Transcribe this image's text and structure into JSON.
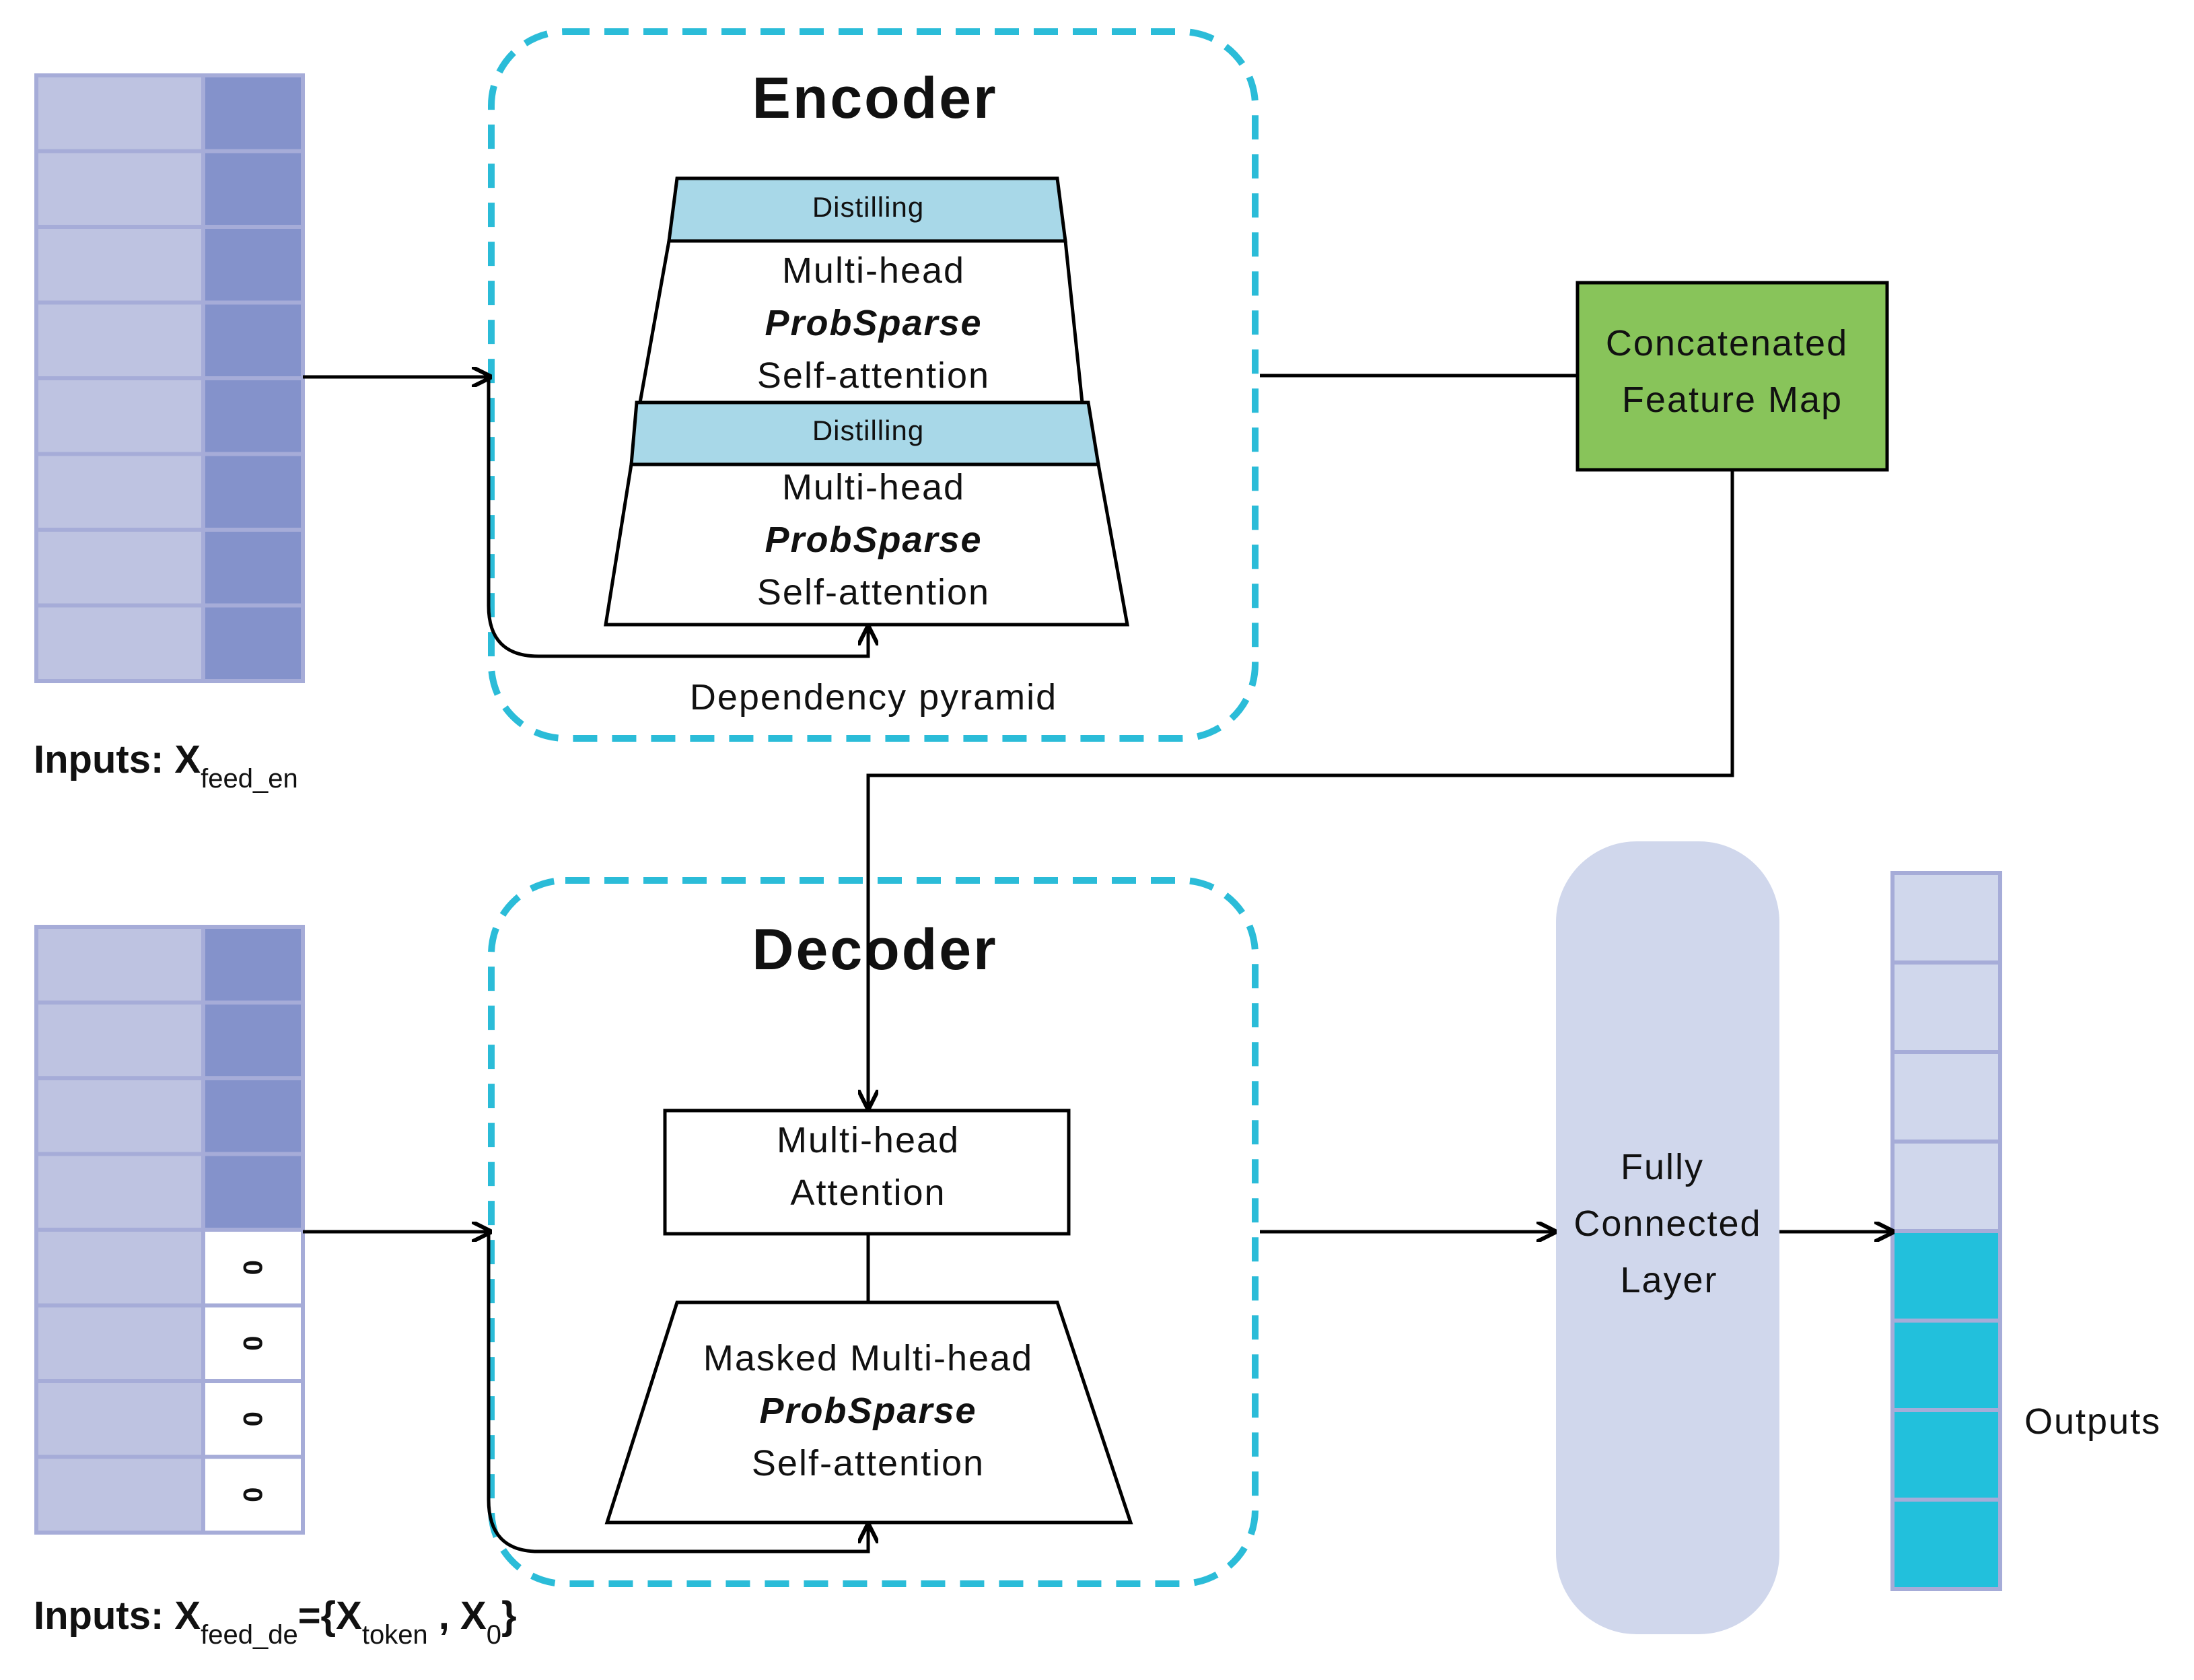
{
  "encoder": {
    "title": "Encoder",
    "distilling_top": "Distilling",
    "distilling_bottom": "Distilling",
    "block_top": {
      "line1": "Multi-head",
      "line2": "ProbSparse",
      "line3": "Self-attention"
    },
    "block_bottom": {
      "line1": "Multi-head",
      "line2": "ProbSparse",
      "line3": "Self-attention"
    },
    "caption": "Dependency pyramid"
  },
  "decoder": {
    "title": "Decoder",
    "attention": {
      "line1": "Multi-head",
      "line2": "Attention"
    },
    "masked": {
      "line1": "Masked Multi-head",
      "line2": "ProbSparse",
      "line3": "Self-attention"
    }
  },
  "feature_map": {
    "line1": "Concatenated",
    "line2": "Feature Map"
  },
  "fc_layer": {
    "line1": "Fully",
    "line2": "Connected",
    "line3": "Layer"
  },
  "outputs_label": "Outputs",
  "encoder_inputs": {
    "prefix": "Inputs: ",
    "var": "X",
    "sub": "feed_en"
  },
  "decoder_inputs": {
    "prefix": "Inputs: ",
    "var": "X",
    "sub": "feed_de",
    "eq": "={",
    "var2": "X",
    "sub2": "token",
    "comma": " , ",
    "var3": "X",
    "sub3": "0",
    "close": "}"
  },
  "decoder_zero": "0",
  "colors": {
    "light_cell": "#bec3e1",
    "dark_cell": "#8492cb",
    "cell_border": "#a6acd8",
    "distilling": "#a8d8e8",
    "feature_map": "#88c45a",
    "fc_layer": "#d0d7ec",
    "output_light": "#d0d7ec",
    "output_cyan": "#22c0dc",
    "dashed_border": "#2bbcd8"
  }
}
